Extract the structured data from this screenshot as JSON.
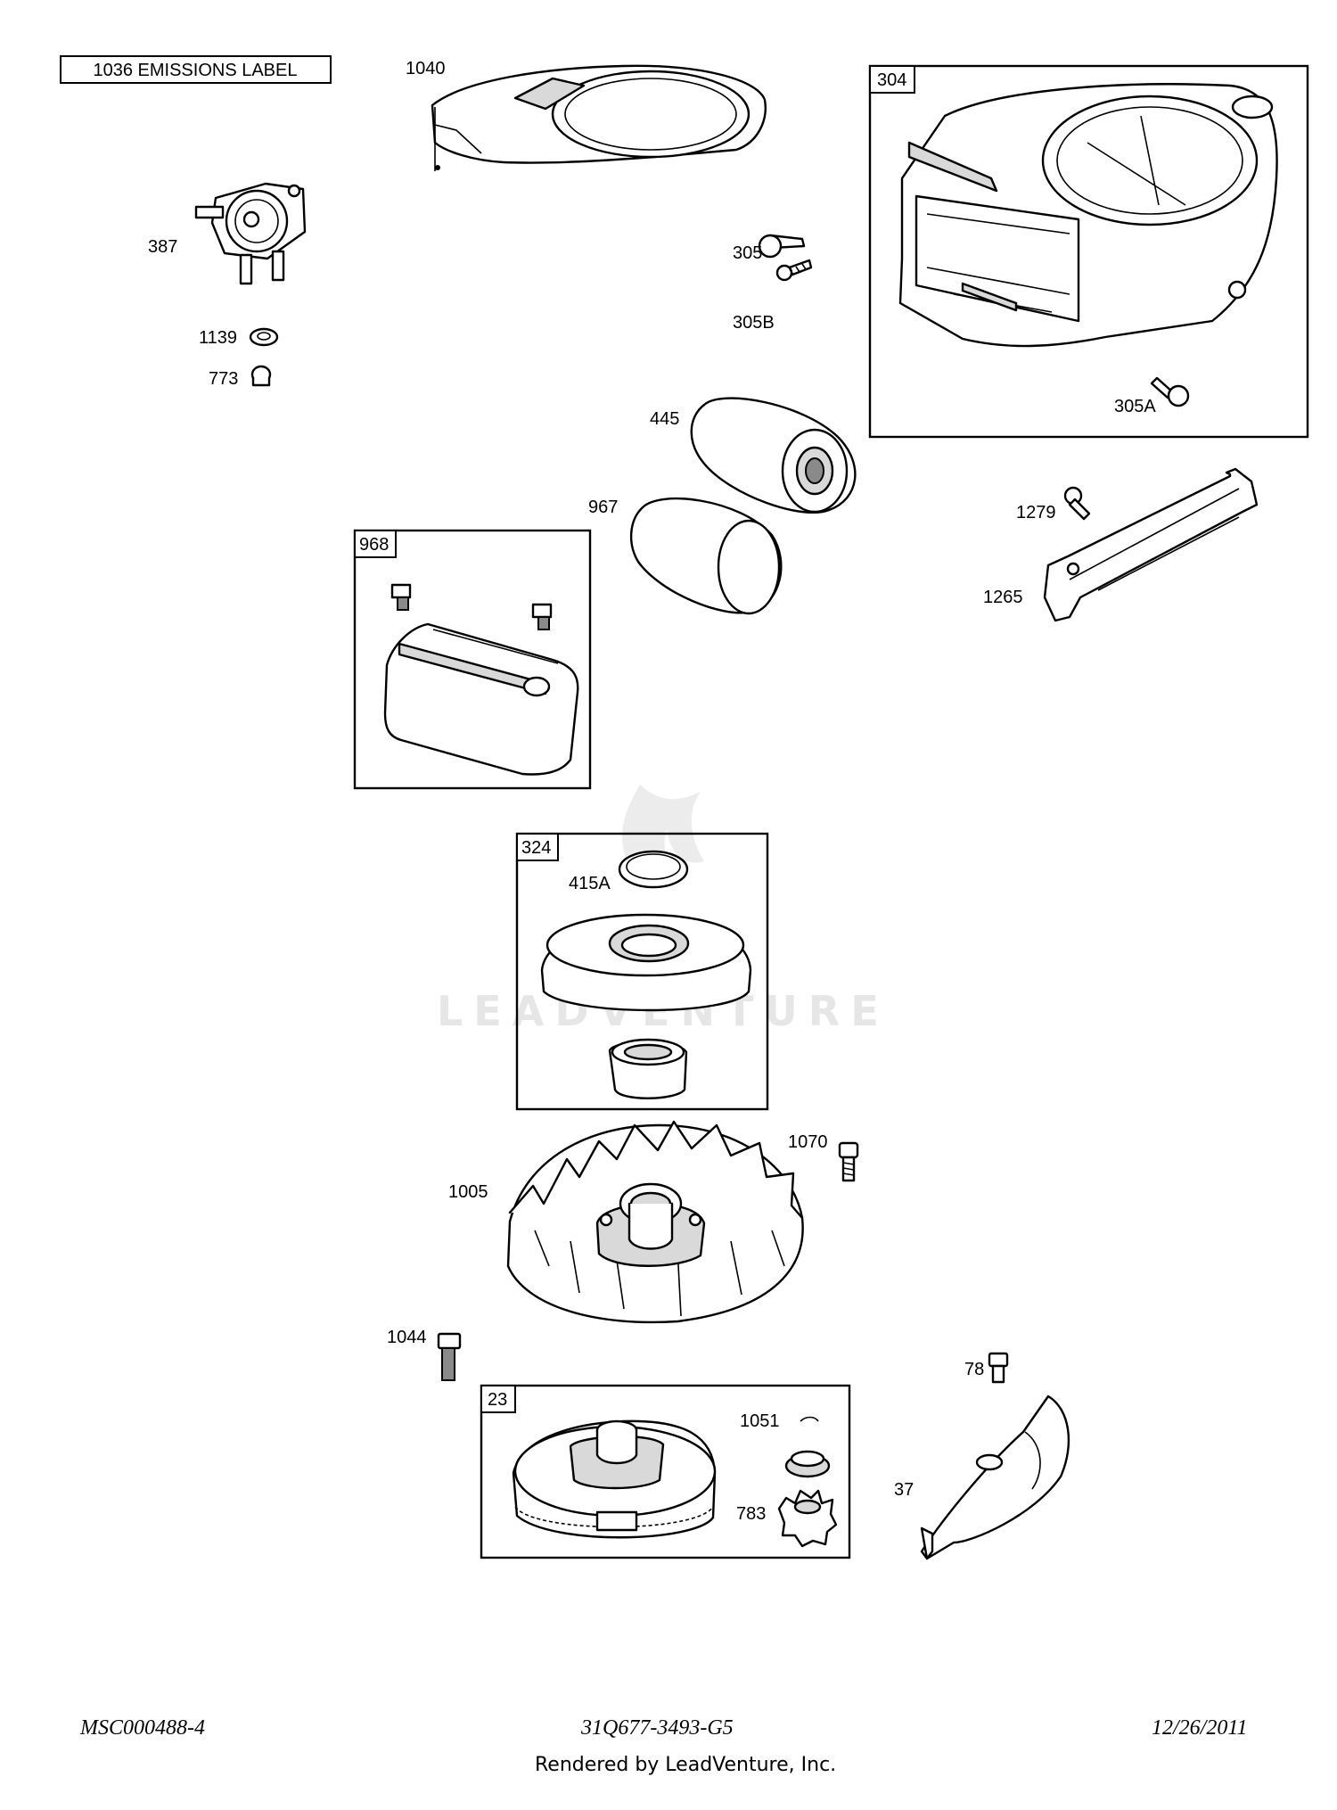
{
  "labels": {
    "emissions": "1036 EMISSIONS LABEL",
    "p1040": "1040",
    "p387": "387",
    "p1139": "1139",
    "p773": "773",
    "p304": "304",
    "p305": "305",
    "p305B": "305B",
    "p305A": "305A",
    "p445": "445",
    "p967": "967",
    "p1279": "1279",
    "p1265": "1265",
    "p968": "968",
    "p324": "324",
    "p415A": "415A",
    "p1070": "1070",
    "p1005": "1005",
    "p1044": "1044",
    "p78": "78",
    "p23": "23",
    "p1051": "1051",
    "p783": "783",
    "p37": "37"
  },
  "footer": {
    "left": "MSC000488-4",
    "center": "31Q677-3493-G5",
    "right": "12/26/2011",
    "rendered": "Rendered by LeadVenture, Inc."
  },
  "watermark": "LEADVENTURE"
}
